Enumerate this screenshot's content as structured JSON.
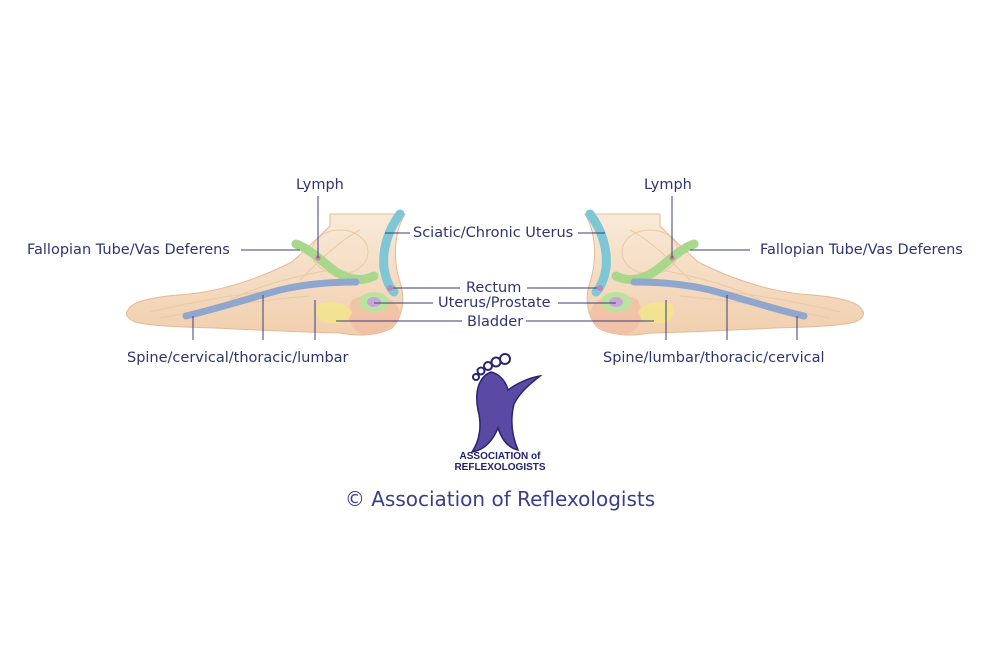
{
  "diagram": {
    "left_foot_labels": {
      "lymph": "Lymph",
      "fallopian": "Fallopian Tube/Vas Deferens",
      "spine": "Spine/cervical/thoracic/lumbar"
    },
    "right_foot_labels": {
      "lymph": "Lymph",
      "fallopian": "Fallopian Tube/Vas Deferens",
      "spine": "Spine/lumbar/thoracic/cervical"
    },
    "center_labels": {
      "sciatic": "Sciatic/Chronic Uterus",
      "rectum": "Rectum",
      "uterus": "Uterus/Prostate",
      "bladder": "Bladder"
    },
    "colors": {
      "label_text": "#2f3470",
      "leader_line": "#3a3d7a",
      "spine_zone": "#8fa6cf",
      "sciatic_zone": "#7fc6d6",
      "lymph_fallopian_zone": "#a9d88c",
      "uterus_zone": "#c9a6d9",
      "bladder_zone": "#f2e58c",
      "foot_fill": "#f4dcc3"
    }
  },
  "logo": {
    "line1": "ASSOCIATION of",
    "line2": "REFLEXOLOGISTS",
    "color": "#3b2f86"
  },
  "footer": {
    "copyright": "© Association of Reflexologists"
  }
}
